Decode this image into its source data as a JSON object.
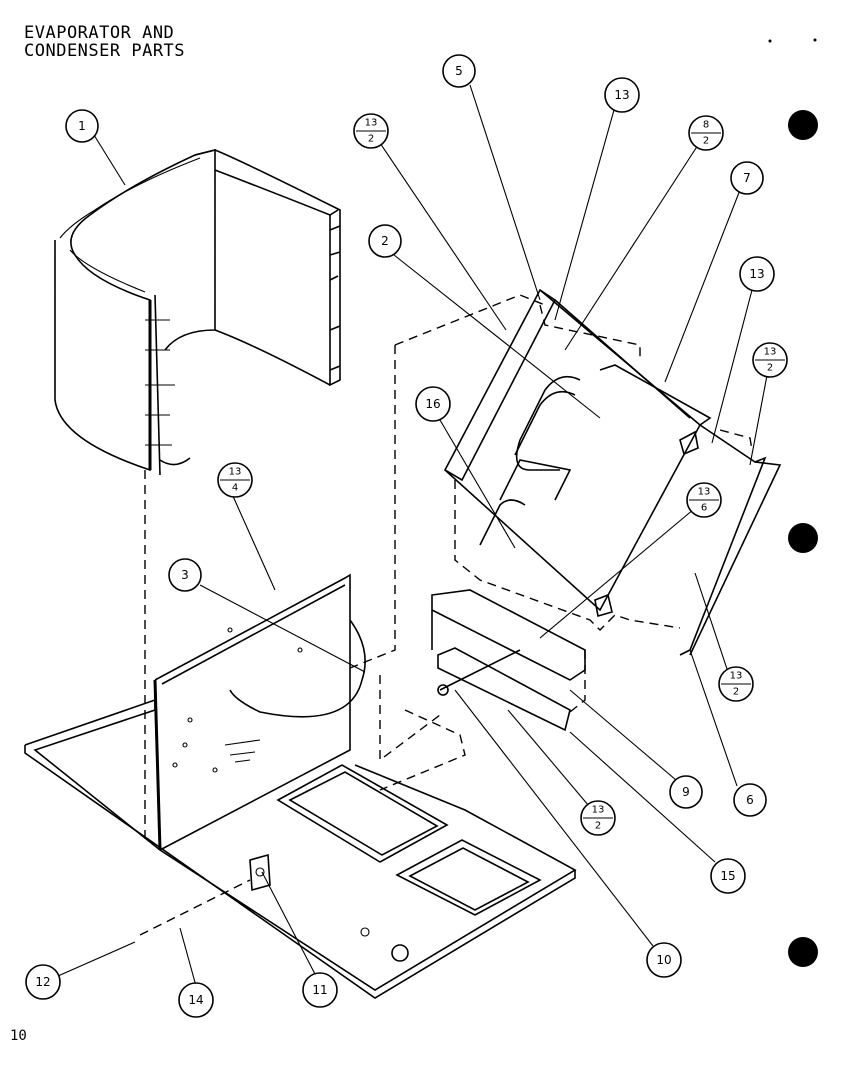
{
  "title": {
    "line1": "EVAPORATOR AND",
    "line2": "CONDENSER PARTS"
  },
  "page_number": "10",
  "callouts": [
    {
      "id": "c1",
      "text": "1"
    },
    {
      "id": "c2",
      "text": "2"
    },
    {
      "id": "c3",
      "text": "3"
    },
    {
      "id": "c5",
      "text": "5"
    },
    {
      "id": "c6",
      "text": "6"
    },
    {
      "id": "c7",
      "text": "7"
    },
    {
      "id": "c9",
      "text": "9"
    },
    {
      "id": "c10",
      "text": "10"
    },
    {
      "id": "c11",
      "text": "11"
    },
    {
      "id": "c12",
      "text": "12"
    },
    {
      "id": "c13a",
      "text": "13"
    },
    {
      "id": "c13b",
      "text": "13"
    },
    {
      "id": "c14",
      "text": "14"
    },
    {
      "id": "c15",
      "text": "15"
    },
    {
      "id": "c16",
      "text": "16"
    }
  ],
  "fraction_callouts": [
    {
      "id": "f1",
      "top": "13",
      "bottom": "2"
    },
    {
      "id": "f2",
      "top": "8",
      "bottom": "2"
    },
    {
      "id": "f3",
      "top": "13",
      "bottom": "2"
    },
    {
      "id": "f4",
      "top": "13",
      "bottom": "4"
    },
    {
      "id": "f5",
      "top": "13",
      "bottom": "6"
    },
    {
      "id": "f6",
      "top": "13",
      "bottom": "2"
    },
    {
      "id": "f7",
      "top": "13",
      "bottom": "2"
    }
  ]
}
